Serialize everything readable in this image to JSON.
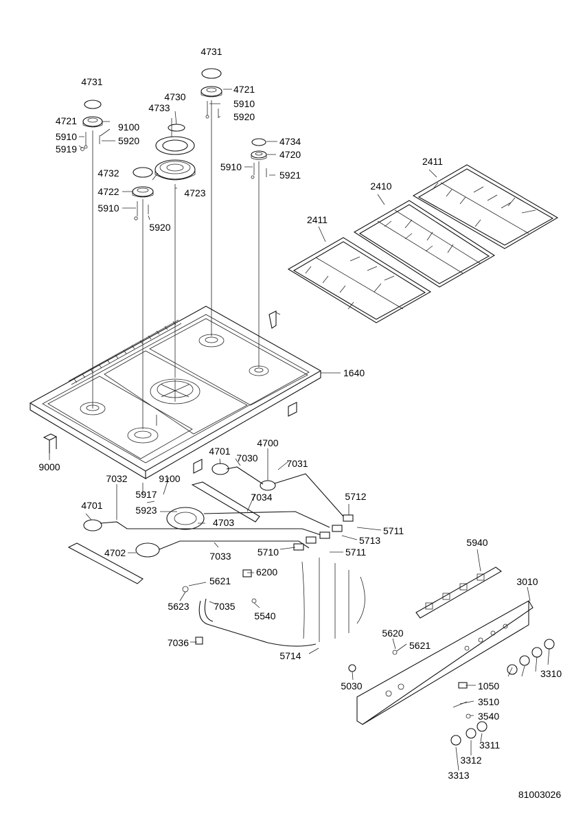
{
  "diagram": {
    "reference": "81003026",
    "labels": {
      "l4731a": "4731",
      "l4721a": "4721",
      "l5910a": "5910",
      "l5920a": "5920",
      "l4731b": "4731",
      "l4721b": "4721",
      "l5910b": "5910",
      "l5919": "5919",
      "l9100a": "9100",
      "l5920b": "5920",
      "l4730": "4730",
      "l4733": "4733",
      "l4732": "4732",
      "l4722": "4722",
      "l4723": "4723",
      "l5910c": "5910",
      "l5920c": "5920",
      "l4734": "4734",
      "l4720": "4720",
      "l5910d": "5910",
      "l5921": "5921",
      "l2411a": "2411",
      "l2410": "2410",
      "l2411b": "2411",
      "l1640": "1640",
      "l9000": "9000",
      "l4701a": "4701",
      "l7030": "7030",
      "l4700": "4700",
      "l7031": "7031",
      "l7032": "7032",
      "l9100b": "9100",
      "l5917": "5917",
      "l5923": "5923",
      "l7034": "7034",
      "l5712": "5712",
      "l4701b": "4701",
      "l4703": "4703",
      "l5711a": "5711",
      "l5713": "5713",
      "l4702": "4702",
      "l7033": "7033",
      "l5710": "5710",
      "l5711b": "5711",
      "l5940": "5940",
      "l6200": "6200",
      "l5621a": "5621",
      "l3010": "3010",
      "l5623": "5623",
      "l7035": "7035",
      "l5540": "5540",
      "l7036": "7036",
      "l5620": "5620",
      "l5621b": "5621",
      "l5714": "5714",
      "l3310": "3310",
      "l5030": "5030",
      "l1050": "1050",
      "l3510": "3510",
      "l3540": "3540",
      "l3311": "3311",
      "l3312": "3312",
      "l3313": "3313"
    }
  }
}
